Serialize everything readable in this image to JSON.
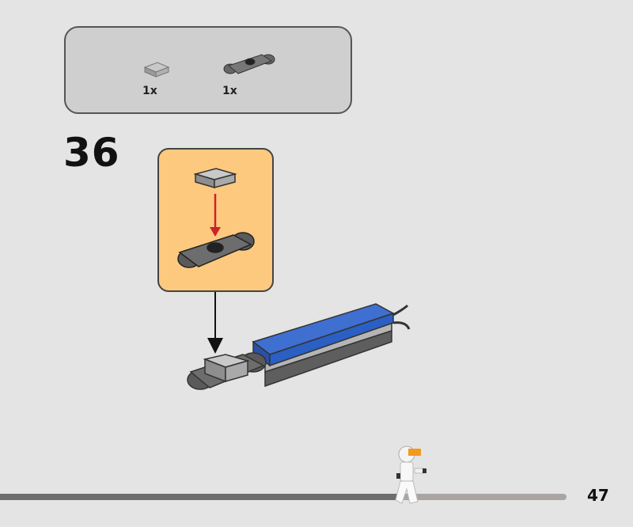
{
  "parts_list": {
    "items": [
      {
        "part": "tile-1x1-light-gray",
        "quantity": "1x"
      },
      {
        "part": "plate-with-clips-dark-gray",
        "quantity": "1x"
      }
    ]
  },
  "step": {
    "number": "36"
  },
  "colors": {
    "callout": "#fcc97f",
    "arrow_red": "#d0202a",
    "blue": "#2a5fc4",
    "dark_gray": "#5a5a5a",
    "light_gray": "#a8a8a8"
  },
  "progress": {
    "percent": 71
  },
  "page": {
    "number": "47"
  }
}
